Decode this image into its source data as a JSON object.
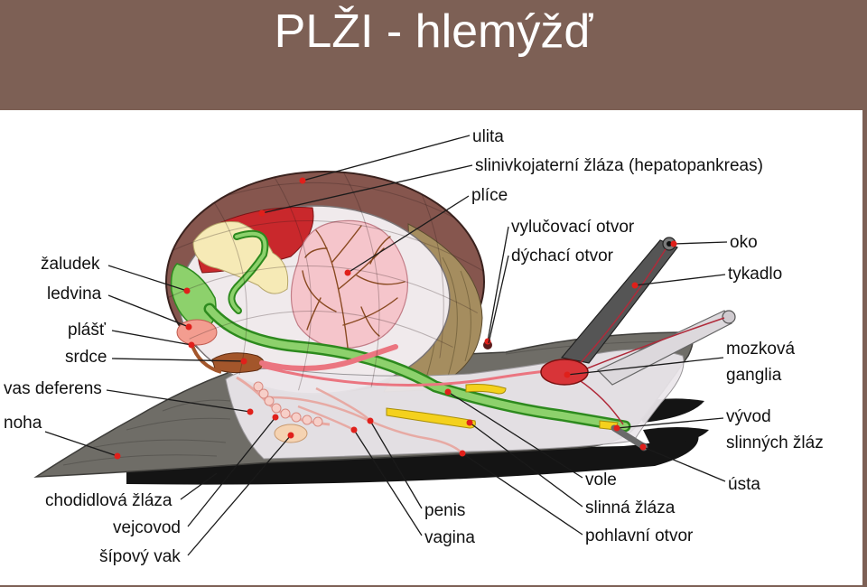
{
  "slide": {
    "title": "PLŽI - hlemýžď"
  },
  "colors": {
    "header_background": "#7d6055",
    "diagram_background": "#ffffff",
    "title_text": "#ffffff",
    "pointer_dot": "#e0201b",
    "leader_line": "#1a1a1a"
  },
  "diagram": {
    "labels": {
      "shell": "ulita",
      "hepatopancreas": "slinivkojaterní žláza (hepatopankreas)",
      "lung": "plíce",
      "excretory_pore": "vylučovací otvor",
      "breathing_pore": "dýchací otvor",
      "eye": "oko",
      "tentacle": "tykadlo",
      "cerebral_ganglia": [
        "mozková",
        "ganglia"
      ],
      "salivary_duct": [
        "vývod",
        "slinných žláz"
      ],
      "mouth": "ústa",
      "crop": "vole",
      "salivary_gland": "slinná žláza",
      "genital_pore": "pohlavní otvor",
      "penis": "penis",
      "vagina": "vagina",
      "dart_sac": "šípový vak",
      "oviduct": "vejcovod",
      "pedal_gland": "chodidlová žláza",
      "foot": "noha",
      "vas_deferens": "vas deferens",
      "heart": "srdce",
      "mantle": "plášť",
      "kidney": "ledvina",
      "stomach": "žaludek"
    }
  }
}
